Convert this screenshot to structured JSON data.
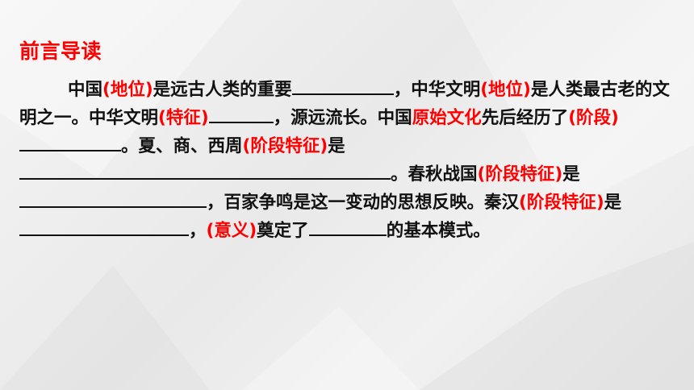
{
  "slide": {
    "title": "前言导读",
    "segments": [
      {
        "t": "中国",
        "c": "k"
      },
      {
        "t": "(地位)",
        "c": "r"
      },
      {
        "t": "是远古人类的重要",
        "c": "k"
      },
      {
        "t": "__b126",
        "c": "blank"
      },
      {
        "t": "，中华文明",
        "c": "k"
      },
      {
        "t": "(地位)",
        "c": "r"
      },
      {
        "t": "是人类最古老的文明之一。中华文明",
        "c": "k"
      },
      {
        "t": "(特征)",
        "c": "r"
      },
      {
        "t": "__b80",
        "c": "blank"
      },
      {
        "t": "，源远流长。中国",
        "c": "k"
      },
      {
        "t": "原始文化",
        "c": "r"
      },
      {
        "t": "先后经历了",
        "c": "k"
      },
      {
        "t": "(阶段)",
        "c": "r"
      },
      {
        "t": "__b126",
        "c": "blank"
      },
      {
        "t": "。夏、商、西周",
        "c": "k"
      },
      {
        "t": "(阶段特征)",
        "c": "r"
      },
      {
        "t": "是",
        "c": "k"
      },
      {
        "t": "__b460",
        "c": "blank"
      },
      {
        "t": "。春秋战国",
        "c": "k"
      },
      {
        "t": "(阶段特征)",
        "c": "r"
      },
      {
        "t": "是",
        "c": "k"
      },
      {
        "t": "__b232",
        "c": "blank"
      },
      {
        "t": "，百家争鸣是这一变动的思想反映。秦汉",
        "c": "k"
      },
      {
        "t": "(阶段特征)",
        "c": "r"
      },
      {
        "t": "是",
        "c": "k"
      },
      {
        "t": "__b210",
        "c": "blank"
      },
      {
        "t": "，",
        "c": "k"
      },
      {
        "t": "(意义)",
        "c": "r"
      },
      {
        "t": "奠定了",
        "c": "k"
      },
      {
        "t": "__b96",
        "c": "blank"
      },
      {
        "t": "的基本模式。",
        "c": "k"
      }
    ]
  }
}
